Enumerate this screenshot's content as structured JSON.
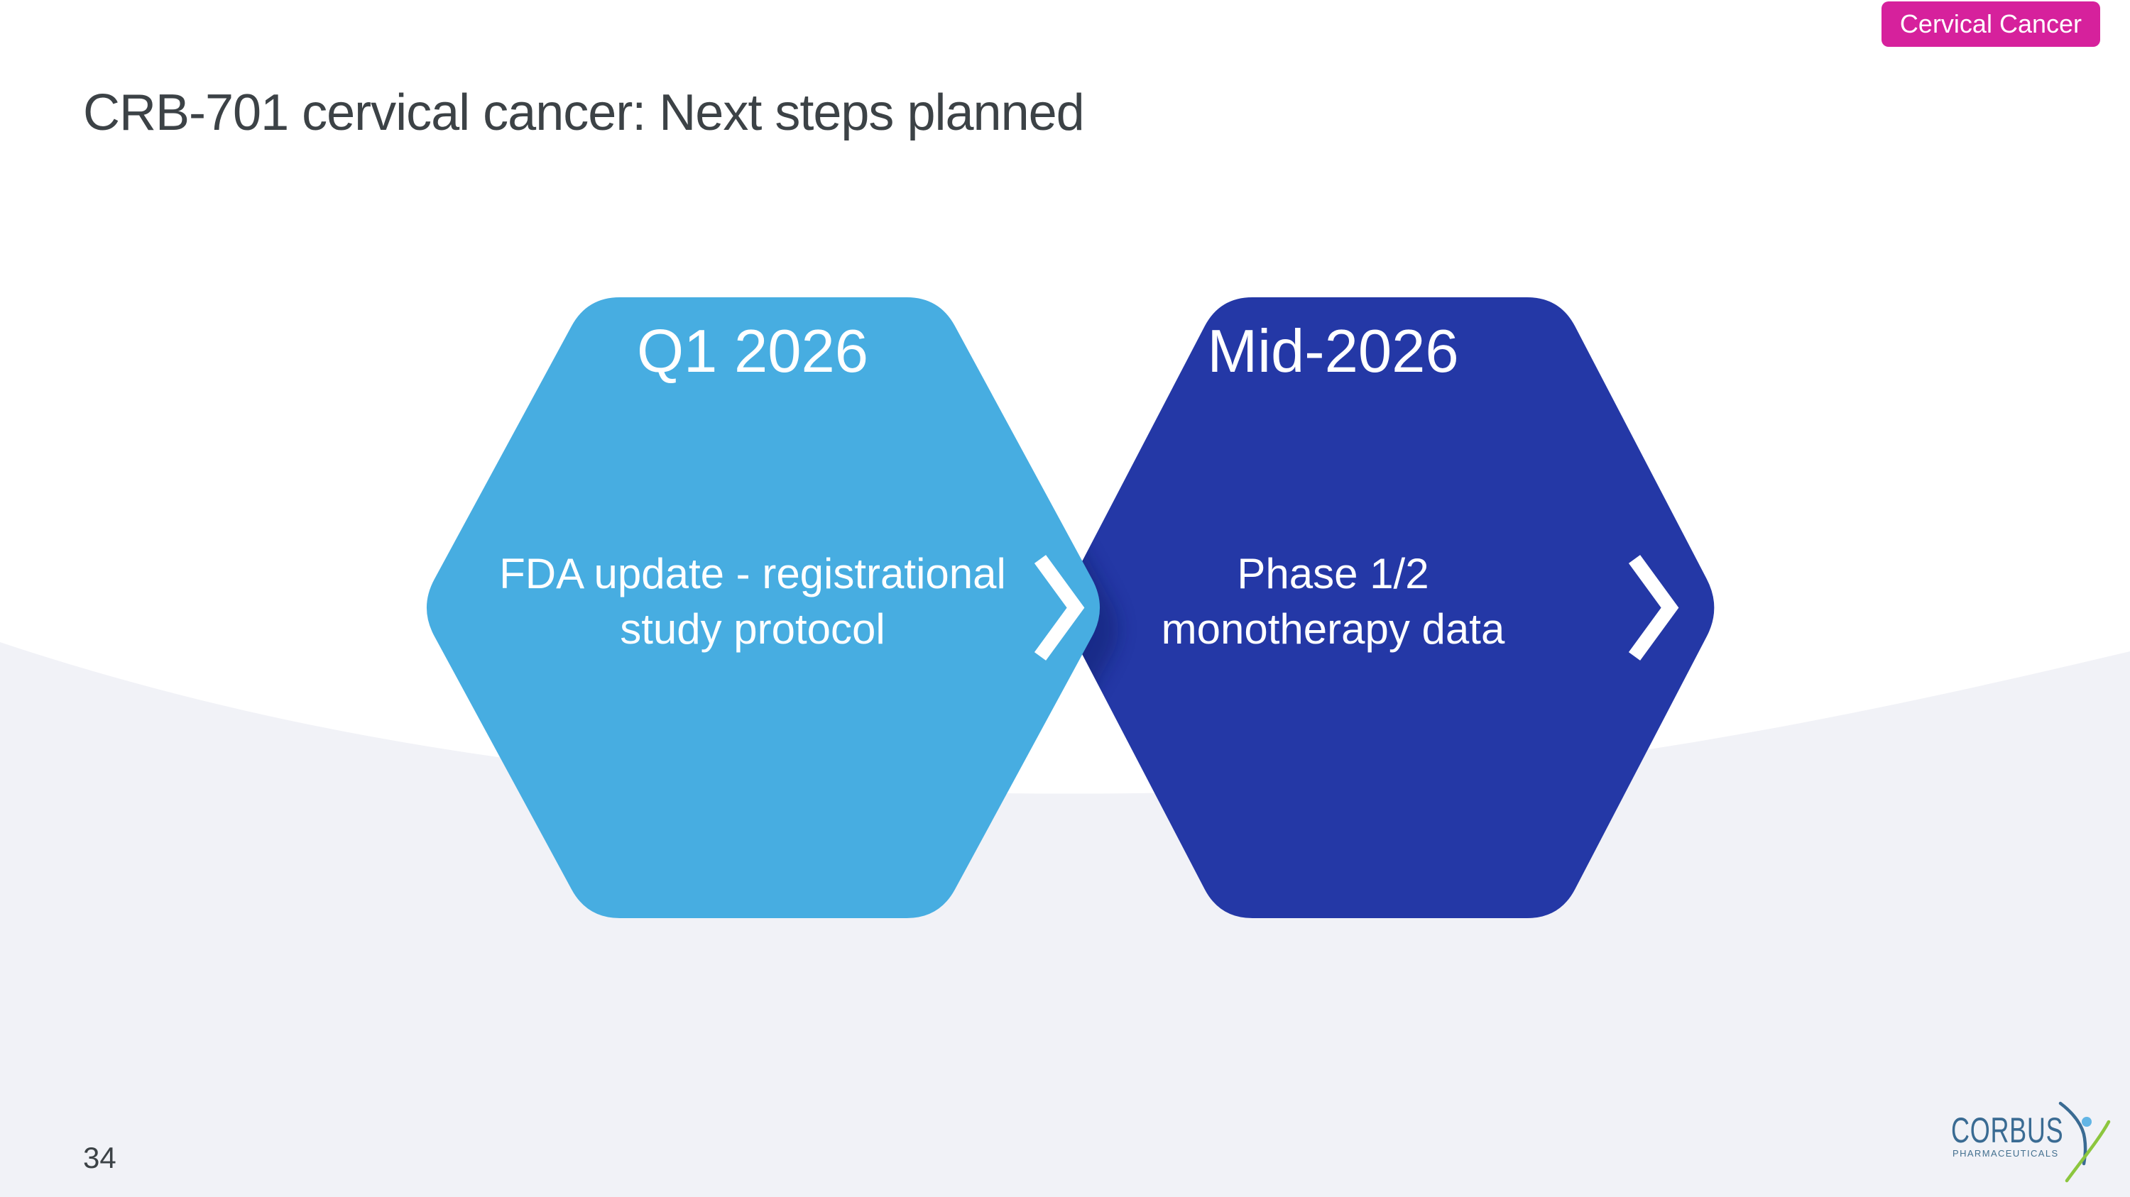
{
  "badge": {
    "label": "Cervical Cancer"
  },
  "title": "CRB-701 cervical cancer: Next steps planned",
  "milestones": [
    {
      "date": "Q1 2026",
      "description": "FDA update - registrational\nstudy protocol"
    },
    {
      "date": "Mid-2026",
      "description": "Phase 1/2\nmonotherapy data"
    }
  ],
  "footer": {
    "page_number": "34",
    "logo": {
      "name": "CORBUS",
      "subtext": "PHARMACEUTICALS"
    }
  },
  "colors": {
    "badge_pink": "#D6219C",
    "hex1_blue": "#47ADE1",
    "hex2_blue": "#2438A6",
    "overlap_shadow": "#101C66",
    "wave_gray": "#F1F2F7",
    "title_text": "#3C4246",
    "logo_blue": "#3A6B93",
    "logo_blue2": "#44708F",
    "logo_green": "#8CC63E",
    "logo_dot": "#62B5E5",
    "chevron_white": "#FFFFFF"
  }
}
